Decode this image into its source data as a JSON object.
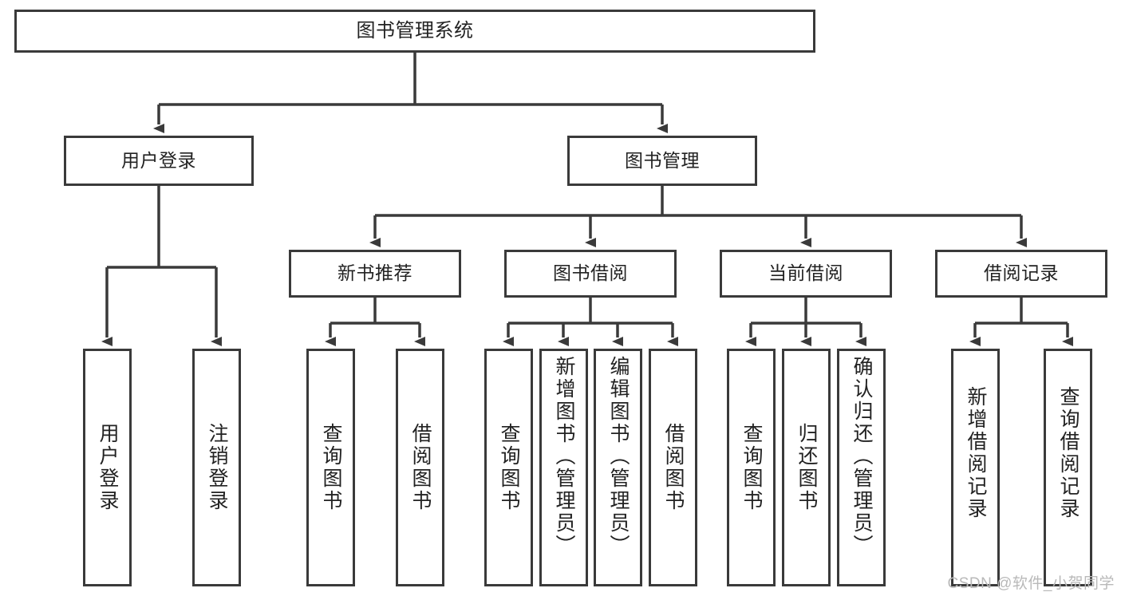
{
  "diagram": {
    "type": "tree-hierarchy",
    "title": "图书管理系统",
    "watermark": "CSDN @软件_小贺同学",
    "colors": {
      "box_border": "#3a3a3a",
      "box_fill": "#ffffff",
      "connector": "#3a3a3a",
      "text": "#222222",
      "watermark": "#b9b9b9",
      "background": "#ffffff"
    },
    "root": {
      "label": "图书管理系统"
    },
    "level2": [
      {
        "label": "用户登录"
      },
      {
        "label": "图书管理"
      }
    ],
    "level3": [
      {
        "label": "新书推荐"
      },
      {
        "label": "图书借阅"
      },
      {
        "label": "当前借阅"
      },
      {
        "label": "借阅记录"
      }
    ],
    "leaves": {
      "user_login": [
        {
          "label": "用户登录"
        },
        {
          "label": "注销登录"
        }
      ],
      "new_book_recommend": [
        {
          "label": "查询图书"
        },
        {
          "label": "借阅图书"
        }
      ],
      "book_borrow": [
        {
          "label": "查询图书"
        },
        {
          "label": "新增图书（管理员）"
        },
        {
          "label": "编辑图书（管理员）"
        },
        {
          "label": "借阅图书"
        }
      ],
      "current_borrow": [
        {
          "label": "查询图书"
        },
        {
          "label": "归还图书"
        },
        {
          "label": "确认归还（管理员）"
        }
      ],
      "borrow_record": [
        {
          "label": "新增借阅记录"
        },
        {
          "label": "查询借阅记录"
        }
      ]
    }
  }
}
